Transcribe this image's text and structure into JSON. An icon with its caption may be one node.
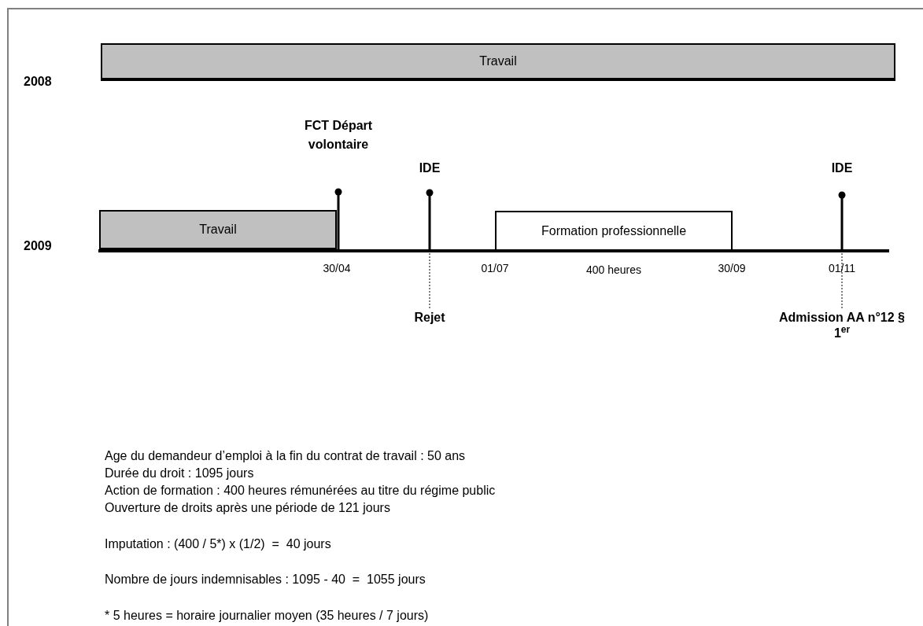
{
  "diagram": {
    "nodes": [
      {
        "text": [
          "Travail"
        ]
      },
      {
        "text": [
          "Travail"
        ]
      },
      {
        "text": [
          "Formation professionnelle"
        ]
      },
      {
        "text": [
          "Rejet"
        ]
      },
      {
        "text": [
          "Admission AA n°12 § 1$^{er}$"
        ]
      }
    ],
    "edges": [
      {
        "from": 3,
        "to": null,
        "arrow": "none",
        "style": "dashed"
      },
      {
        "from": 4,
        "to": null,
        "arrow": "none",
        "style": "dashed"
      }
    ],
    "labels": [
      "2008",
      "FCT Départ volontaire",
      "IDE",
      "IDE",
      "2009",
      "30/04",
      "01/07",
      "400 heures",
      "30/09",
      "01/11",
      "Age du demandeur d’emploi à la fin du contrat de travail : 50 ans",
      "Durée du droit : 1095 jours",
      "Action de formation : 400 heures rémunérées au titre du régime public",
      "Ouverture de droits après une période de 121 jours",
      "Imputation : (400 / 5*) x (1/2)  =  40 jours",
      "Nombre de jours indemnisables : 1095 - 40  =  1055 jours",
      "* 5 heures = horaire journalier moyen (35 heures / 7 jours)"
    ]
  }
}
